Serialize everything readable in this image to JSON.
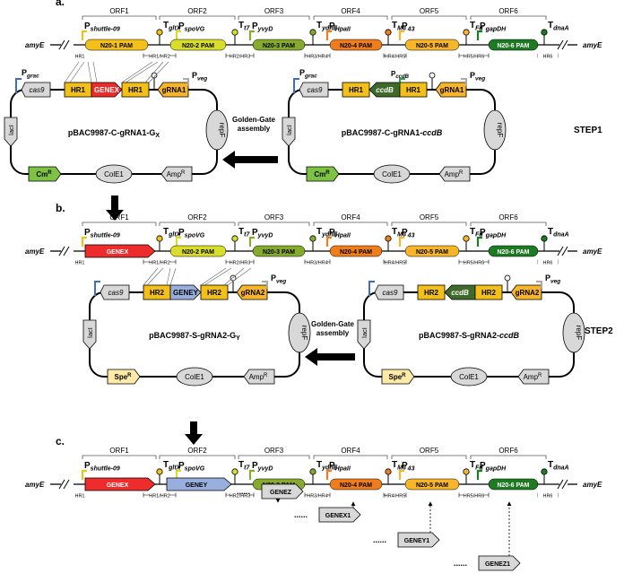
{
  "colors": {
    "yellow": "#f2c019",
    "lime": "#d7dd2a",
    "olive": "#86aa2e",
    "orange": "#f07d1b",
    "gold": "#f7b52a",
    "darkgreen": "#1d7b22",
    "red": "#ee2c2c",
    "blue": "#98aedd",
    "green": "#7dc242",
    "grey": "#d8d8d8",
    "pale": "#fde9a8",
    "black": "#000000"
  },
  "panels": [
    {
      "label": "a.",
      "orfs": [
        "ORF1",
        "ORF2",
        "ORF3",
        "ORF4",
        "ORF5",
        "ORF6"
      ],
      "promoters": [
        {
          "name": "P",
          "sub": "shuttle-09"
        },
        {
          "name": "P",
          "sub": "spoVG"
        },
        {
          "name": "P",
          "sub": "yvyD"
        },
        {
          "name": "P",
          "sub": "HpaII"
        },
        {
          "name": "P",
          "sub": "43"
        },
        {
          "name": "P",
          "sub": "gapDH"
        }
      ],
      "terminators": [
        {
          "name": "T",
          "sub": "gltX"
        },
        {
          "name": "T",
          "sub": "t7"
        },
        {
          "name": "T",
          "sub": "ydhE"
        },
        {
          "name": "T",
          "sub": "M3"
        },
        {
          "name": "T",
          "sub": "Fd"
        },
        {
          "name": "T",
          "sub": "dnaA"
        }
      ],
      "genes": [
        "N20-1 PAM",
        "N20-2 PAM",
        "N20-3 PAM",
        "N20-4 PAM",
        "N20-5 PAM",
        "N20-6 PAM"
      ],
      "homology": [
        "HR1",
        "HR1/HR2",
        "HR2/HR3",
        "HR3/HR4",
        "HR4/HR5",
        "HR5/HR6",
        "HR6"
      ],
      "locus": "amyE",
      "left_plasmid": {
        "name_main": "pBAC9987-C-gRNA1-G",
        "name_sub": "X",
        "features": {
          "pgrac": "P",
          "pgrac_sub": "grac",
          "pveg": "P",
          "pveg_sub": "veg",
          "cas9": "cas9",
          "hr_a": "HR1",
          "insert": "GENEX",
          "hr_b": "HR1",
          "grna": "gRNA1",
          "laci": "lacI",
          "rep": "repF",
          "marker": "Cm",
          "marker_sup": "R",
          "ori": "ColE1",
          "amp": "Amp",
          "amp_sup": "R"
        }
      },
      "right_plasmid": {
        "name_main": "pBAC9987-C-gRNA1-",
        "name_sub": "ccdB",
        "features": {
          "pgrac": "P",
          "pgrac_sub": "grac",
          "pccdb": "P",
          "pccdb_sub": "ccdB",
          "pveg": "P",
          "pveg_sub": "veg",
          "cas9": "cas9",
          "hr_a": "HR1",
          "insert": "ccdB",
          "hr_b": "HR1",
          "grna": "gRNA1",
          "laci": "lacI",
          "rep": "repF",
          "marker": "Cm",
          "marker_sup": "R",
          "ori": "ColE1",
          "amp": "Amp",
          "amp_sup": "R"
        }
      },
      "arrow_label": [
        "Golden-Gate",
        "assembly"
      ],
      "step": "STEP1"
    },
    {
      "label": "b.",
      "orfs": [
        "ORF1",
        "ORF2",
        "ORF3",
        "ORF4",
        "ORF5",
        "ORF6"
      ],
      "promoters": [
        {
          "name": "P",
          "sub": "shuttle-09"
        },
        {
          "name": "P",
          "sub": "spoVG"
        },
        {
          "name": "P",
          "sub": "yvyD"
        },
        {
          "name": "P",
          "sub": "HpaII"
        },
        {
          "name": "P",
          "sub": "43"
        },
        {
          "name": "P",
          "sub": "gapDH"
        }
      ],
      "terminators": [
        {
          "name": "T",
          "sub": "gltX"
        },
        {
          "name": "T",
          "sub": "t7"
        },
        {
          "name": "T",
          "sub": "ydhE"
        },
        {
          "name": "T",
          "sub": "M3"
        },
        {
          "name": "T",
          "sub": "Fd"
        },
        {
          "name": "T",
          "sub": "dnaA"
        }
      ],
      "genes": [
        "GENEX",
        "N20-2 PAM",
        "N20-3 PAM",
        "N20-4 PAM",
        "N20-5 PAM",
        "N20-6 PAM"
      ],
      "homology": [
        "HR1",
        "HR1/HR2",
        "HR2/HR3",
        "HR3/HR4",
        "HR4/HR5",
        "HR5/HR6",
        "HR6"
      ],
      "locus": "amyE",
      "left_plasmid": {
        "name_main": "pBAC9987-S-gRNA2-G",
        "name_sub": "Y",
        "features": {
          "pveg": "P",
          "pveg_sub": "veg",
          "cas9": "cas9",
          "hr_a": "HR2",
          "insert": "GENEY",
          "hr_b": "HR2",
          "grna": "gRNA2",
          "laci": "lacI",
          "rep": "repF",
          "marker": "Spe",
          "marker_sup": "R",
          "ori": "ColE1",
          "amp": "Amp",
          "amp_sup": "R"
        }
      },
      "right_plasmid": {
        "name_main": "pBAC9987-S-gRNA2-",
        "name_sub": "ccdB",
        "features": {
          "pveg": "P",
          "pveg_sub": "veg",
          "cas9": "cas9",
          "hr_a": "HR2",
          "insert": "ccdB",
          "hr_b": "HR2",
          "grna": "gRNA2",
          "laci": "lacI",
          "rep": "repF",
          "marker": "Spe",
          "marker_sup": "R",
          "ori": "ColE1",
          "amp": "Amp",
          "amp_sup": "R"
        }
      },
      "arrow_label": [
        "Golden-Gate",
        "assembly"
      ],
      "step": "STEP2"
    },
    {
      "label": "c.",
      "orfs": [
        "ORF1",
        "ORF2",
        "ORF3",
        "ORF4",
        "ORF5",
        "ORF6"
      ],
      "promoters": [
        {
          "name": "P",
          "sub": "shuttle-09"
        },
        {
          "name": "P",
          "sub": "spoVG"
        },
        {
          "name": "P",
          "sub": "yvyD"
        },
        {
          "name": "P",
          "sub": "HpaII"
        },
        {
          "name": "P",
          "sub": "43"
        },
        {
          "name": "P",
          "sub": "gapDH"
        }
      ],
      "terminators": [
        {
          "name": "T",
          "sub": "gltX"
        },
        {
          "name": "T",
          "sub": "t7"
        },
        {
          "name": "T",
          "sub": "ydhE"
        },
        {
          "name": "T",
          "sub": "M3"
        },
        {
          "name": "T",
          "sub": "Fd"
        },
        {
          "name": "T",
          "sub": "dnaA"
        }
      ],
      "genes": [
        "GENEX",
        "GENEY",
        "N20-3 PAM",
        "N20-4 PAM",
        "N20-5 PAM",
        "N20-6 PAM"
      ],
      "homology": [
        "HR1",
        "HR1/HR2",
        "HR2/HR3",
        "HR3/HR4",
        "HR4/HR5",
        "HR5/HR6",
        "HR6"
      ],
      "locus": "amyE",
      "future_genes": [
        "GENEZ",
        "GENEX1",
        "GENEY1",
        "GENEZ1"
      ],
      "ellipsis": "......"
    }
  ]
}
